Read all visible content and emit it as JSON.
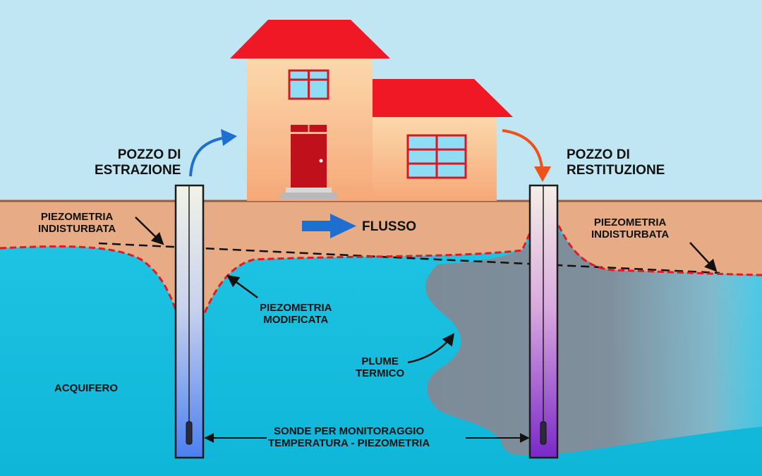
{
  "labels": {
    "pozzo_estrazione": [
      "POZZO DI",
      "ESTRAZIONE"
    ],
    "pozzo_restituzione": [
      "POZZO DI",
      "RESTITUZIONE"
    ],
    "flusso": "FLUSSO",
    "piezometria_indisturbata_left": [
      "PIEZOMETRIA",
      "INDISTURBATA"
    ],
    "piezometria_indisturbata_right": [
      "PIEZOMETRIA",
      "INDISTURBATA"
    ],
    "piezometria_modificata": [
      "PIEZOMETRIA",
      "MODIFICATA"
    ],
    "plume_termico": [
      "PLUME",
      "TERMICO"
    ],
    "acquifero": "ACQUIFERO",
    "sonde": [
      "SONDE PER MONITORAGGIO",
      "TEMPERATURA - PIEZOMETRIA"
    ]
  },
  "colors": {
    "sky": "#bfe6f2",
    "soil": "#e7ac86",
    "soil_line": "#9b5a3c",
    "aquifer": "#16c0e0",
    "plume": "#7c8d99",
    "house_wall": "#f7c08c",
    "roof": "#f01825",
    "door": "#c0101c",
    "window_glass": "#8fdcf5",
    "piezometry_dashed": "#e11b22",
    "arrow_blue": "#1f6fd1",
    "arrow_orange": "#f0501a",
    "flow_arrow": "#1f6fd1"
  },
  "icons": {
    "flow": "right-arrow-icon",
    "sensor": "probe-icon"
  }
}
